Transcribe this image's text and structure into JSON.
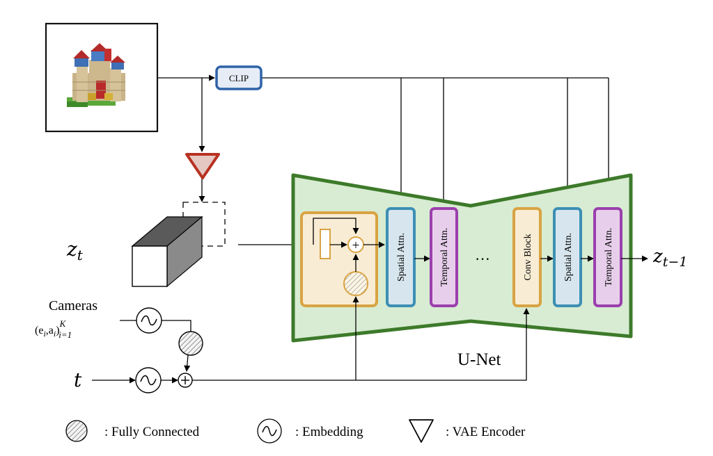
{
  "clip_label": "CLIP",
  "latent": {
    "symbol": "z",
    "sub": "t"
  },
  "output": {
    "symbol": "z",
    "sub": "t−1"
  },
  "timestep": "t",
  "cameras": {
    "title": "Cameras",
    "formula": "(e",
    "i1": "i",
    "comma": ",a",
    "i2": "i",
    "close": ")",
    "sup": "K",
    "sub": "i=1"
  },
  "unet_label": "U-Net",
  "ellipsis": "···",
  "blocks": {
    "spatial_left": "Spatial Attn.",
    "temporal_left": "Temporal Attn.",
    "conv": "Conv Block",
    "spatial_right": "Spatial Attn.",
    "temporal_right": "Temporal Attn."
  },
  "plus_symbol": "+",
  "legend": {
    "fc": ": Fully Connected",
    "emb": ": Embedding",
    "vae": ": VAE Encoder"
  },
  "colors": {
    "unet_fill": "#d7ecd2",
    "unet_stroke": "#3d7a2a",
    "orange": "#d9a343",
    "blue": "#3d7fa6",
    "purple": "#9b3fae",
    "red": "#b83222"
  }
}
